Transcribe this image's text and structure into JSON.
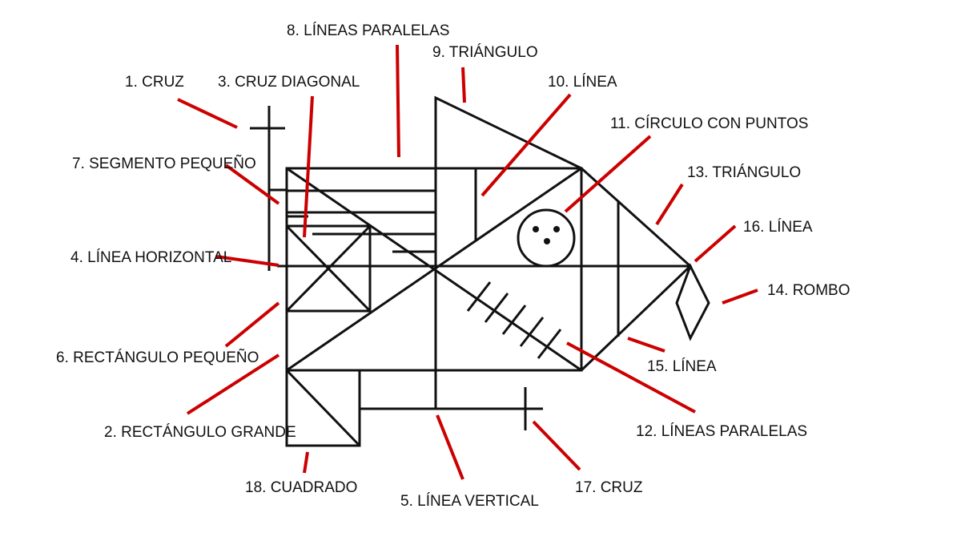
{
  "colors": {
    "figure_stroke": "#111111",
    "leader": "#cc0000",
    "background": "#ffffff"
  },
  "labels": {
    "l1": "1. CRUZ",
    "l2": "2. RECTÁNGULO GRANDE",
    "l3": "3. CRUZ DIAGONAL",
    "l4": "4. LÍNEA HORIZONTAL",
    "l5": "5. LÍNEA VERTICAL",
    "l6": "6. RECTÁNGULO PEQUEÑO",
    "l7": "7. SEGMENTO PEQUEÑO",
    "l8": "8. LÍNEAS PARALELAS",
    "l9": "9. TRIÁNGULO",
    "l10": "10. LÍNEA",
    "l11": "11. CÍRCULO CON PUNTOS",
    "l12": "12. LÍNEAS PARALELAS",
    "l13": "13. TRIÁNGULO",
    "l14": "14. ROMBO",
    "l15": "15. LÍNEA",
    "l16": "16. LÍNEA",
    "l17": "17. CRUZ",
    "l18": "18. CUADRADO"
  }
}
